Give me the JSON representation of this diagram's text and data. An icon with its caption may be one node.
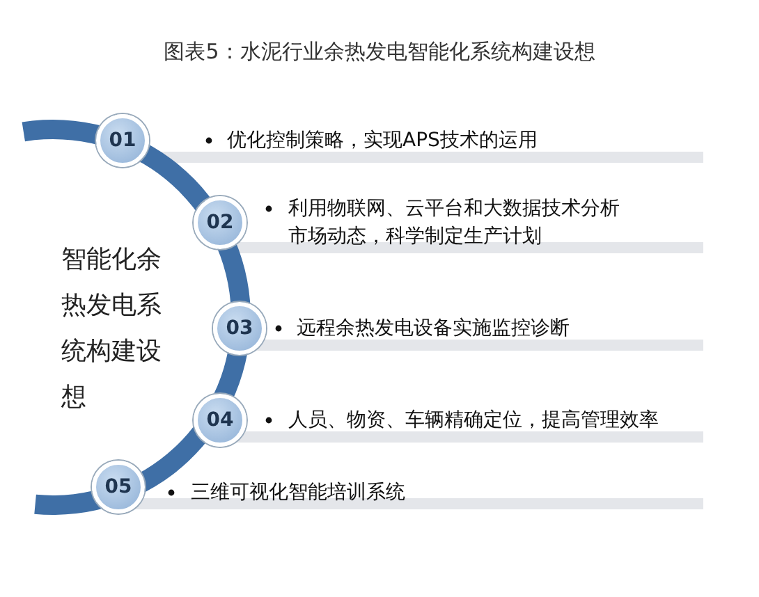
{
  "diagram": {
    "title": "图表5：水泥行业余热发电智能化系统构建设想",
    "nodes": [
      {
        "text": [
          "01"
        ],
        "beside": [
          "优化控制策略，实现APS技术的运用"
        ]
      },
      {
        "text": [
          "02"
        ],
        "beside": [
          "利用物联网、云平台和大数据技术分析市场动态，科学制定生产计划"
        ]
      },
      {
        "text": [
          "03"
        ],
        "beside": [
          "远程余热发电设备实施监控诊断"
        ]
      },
      {
        "text": [
          "04"
        ],
        "beside": [
          "人员、物资、车辆精确定位，提高管理效率"
        ]
      },
      {
        "text": [
          "05"
        ],
        "beside": [
          "三维可视化智能培训系统"
        ]
      }
    ],
    "edges": [],
    "labels": [
      "智能化余热发电系统构建设想"
    ]
  }
}
